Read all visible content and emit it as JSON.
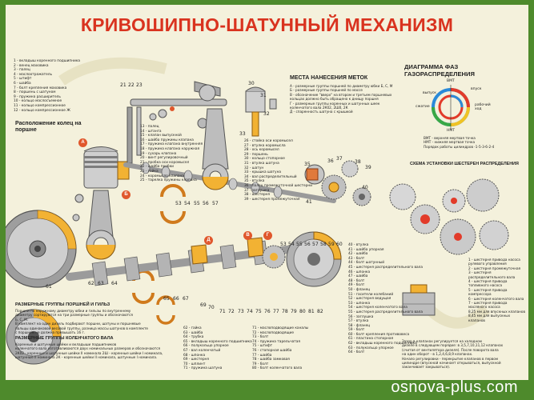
{
  "title": "КРИВОШИПНО-ШАТУННЫЙ МЕХАНИЗМ",
  "footer_url": "osnova-plus.com",
  "left_legend": [
    "1 - вкладыш коренного подшипника",
    "2 - венец маховика",
    "3 - палец",
    "4 - маслоотражатель",
    "5 - штифт",
    "6 - шайба",
    "7 - болт крепления маховика",
    "8 - поршень с шатуном",
    "9 - пружина расширитель",
    "10 - кольцо маслосъемное",
    "11 - кольцо компрессионное",
    "12 - кольцо компрессионное Ж"
  ],
  "rings_heading": "Расположение колец на поршне",
  "marks_heading": "МЕСТА НАНЕСЕНИЯ МЕТОК",
  "marks_list": [
    "А - размерные группы поршней по диаметру юбки Б, С, М",
    "Б - размерные группы поршней по массе",
    "В - обозначение \"вверх\" на втором и третьем поршневых кольцах должно быть обращено к днищу поршня",
    "Г - размерные группы коренных и шатунных шеек коленчатого вала 2К02, 2Ш0, 2К",
    "Д - спаренность шатуна с крышкой"
  ],
  "valve_timing_heading": "ДИАГРАММА ФАЗ ГАЗОРАСПРЕДЕЛЕНИЯ",
  "valve_timing_labels": {
    "vmt": "ВМТ",
    "nmt": "НМТ",
    "intake": "впуск",
    "exhaust": "выпуск",
    "compression": "сжатие",
    "working": "рабочий ход",
    "note1": "ВМТ - верхняя мертвая точка",
    "note2": "НМТ - нижняя мертвая точка",
    "note3": "Порядок работы цилиндров -1-5-3-6-2-4"
  },
  "gear_scheme_heading": "СХЕМА УСТАНОВКИ ШЕСТЕРЕН РАСПРЕДЕЛЕНИЯ",
  "gear_legend": [
    "1 - шестерня привода насоса рулевого управления",
    "2 - шестерня промежуточная",
    "3 - шестерня распределительного вала",
    "4 - шестерня привода топливного насоса",
    "5 - шестерня привода компрессора",
    "6 - шестерня коленчатого вала",
    "7 - шестерня привода масляного насоса",
    "8,25 мм для впускных клапанов",
    "8,45 мм для выпускных клапанов"
  ],
  "mid_legend_a": [
    "13 - палец",
    "14 - штанга",
    "15 - клапан выпускной",
    "16 - шайба пружины клапана",
    "17 - пружина клапана внутренняя",
    "18 - пружина клапана наружная",
    "19 - сухарь клапана",
    "20 - винт регулировочный",
    "21 - пробка оси коромысел",
    "22 - шайба пробки",
    "23 - гайка",
    "24 - коромысло клапана",
    "25 - тарелка пружины клапана"
  ],
  "mid_legend_b": [
    "26 - стойка оси коромысел",
    "27 - втулка коромысла",
    "28 - ось коромысел",
    "29 - поршень",
    "30 - кольцо стопорное",
    "31 - втулка шатуна",
    "32 - шатун",
    "33 - крышка шатуна",
    "34 - вал распределительный",
    "35 - втулка",
    "36 - палец промежуточной шестерни",
    "37 - заглушка",
    "38 - шестерня",
    "39 - шестерня промежуточная"
  ],
  "right_legend": [
    "40 - втулка",
    "41 - шайба упорная",
    "42 - шайба",
    "43 - болт",
    "44 - болт шатунный",
    "45 - шестерня распределительного вала",
    "46 - шпонка",
    "47 - шайба",
    "48 - болт",
    "49 - болт",
    "50 - фланец",
    "51 - гасители колебаний",
    "52 - шестерня ведущая",
    "53 - шпонка",
    "54 - шестерня коленчатого вала",
    "55 - шестерня распределительного вала",
    "56 - заглушка",
    "57 - втулка",
    "58 - фланец",
    "59 - болт",
    "60 - болт крепления противовеса",
    "61 - пластина стопорная",
    "62 - вкладыш коренного подшипника",
    "63 - полукольцо упорное",
    "64 - болт"
  ],
  "bottom_left_headings": {
    "piston_groups": "РАЗМЕРНЫЕ ГРУППЫ ПОРШНЕЙ И ГИЛЬЗ",
    "crank_groups": "РАЗМЕРНЫЕ ГРУППЫ КОЛЕНЧАТОГО ВАЛА"
  },
  "bottom_left_text_a": [
    "Поршни по наружному диаметру юбки и гильзы по внутреннему",
    "диаметру сортируются на три размерные группы и обозначаются",
    "Б, С, М.",
    "В комплект на один дизель подбирают поршни, шатуны и поршневые",
    "пальцы одинаковой весовой группы, разница массы шатунов в комплекте",
    "с поршнем не должна превышать 16 г."
  ],
  "bottom_left_text_b": [
    "Коренные и шатунные шейки и вкладыши подшипников",
    "коленчатого вала изготавливаются двух номинальных размеров и обозначаются",
    "2К02 - коренные и шатунные шейки II номинала 2Ш - коренные шейки I номинала,",
    "шатунные II номинала 2К - коренные шейки II номинала, шатунные I номинала."
  ],
  "bottom_mid_legend_a": [
    "62 - гайка",
    "63 - шайба",
    "64 - трубка",
    "65 - вкладыш коренного подшипника",
    "66 - полукольцо упорное",
    "67 - вал коленчатый",
    "68 - шпонка",
    "69 - шестерня",
    "70 - шплинт",
    "71 - пружина шатуна"
  ],
  "bottom_mid_legend_b": [
    "71 - маслоподводящие каналы",
    "72 - маслоподводящие",
    "73 - болт",
    "74 - пружина тарельчатая",
    "75 - штифт",
    "76 - стопорная шайба",
    "77 - шайба",
    "78 - шайба замковая",
    "79 - болт",
    "80 - болт коленчатого вала"
  ],
  "bottom_right_text": [
    "Зазор в клапанах регулируется на холодном",
    "дизеле в следующем порядке: в 3,5,7,10,11,12 клапанах",
    "(считая от вентилятора дизеля). После поворота вала",
    "на один оборот - в 1,2,4,6,8,9 клапанах.",
    "Начало регулировки - перекрытие клапанов в первом",
    "цилиндре (впускной начинает открываться, выпускной",
    "заканчивает закрываться)."
  ],
  "callouts": {
    "c21": "21",
    "c22": "22",
    "c23": "23",
    "c30": "30",
    "c31": "31",
    "c33": "33",
    "c32": "32",
    "c35": "35",
    "c36": "36",
    "c37": "37",
    "c38": "38",
    "c39": "39",
    "c40": "40",
    "c41": "41",
    "c53": "53",
    "c54": "54",
    "c55": "55",
    "c56": "56",
    "c57": "57",
    "c58": "58",
    "c59": "59",
    "c60": "60",
    "c61": "61",
    "c62": "62",
    "c63": "63",
    "c64": "64",
    "c65": "65",
    "c66": "66",
    "c67": "67",
    "c69": "69",
    "c70": "70",
    "c71": "71",
    "c72": "72",
    "c73": "73",
    "c74": "74",
    "c75": "75",
    "c76": "76",
    "c77": "77",
    "c78": "78",
    "c79": "79",
    "c80": "80",
    "c81": "81",
    "c82": "82"
  },
  "badges": {
    "a": "А",
    "b": "Б",
    "v": "В",
    "g": "Г",
    "d": "Д"
  },
  "colors": {
    "frame": "#4e8a2c",
    "paper": "#f4f1dc",
    "title": "#d9331f",
    "badge": "#e0572c",
    "metal": "#b8b8b8",
    "cutaway": "#f2b233"
  }
}
